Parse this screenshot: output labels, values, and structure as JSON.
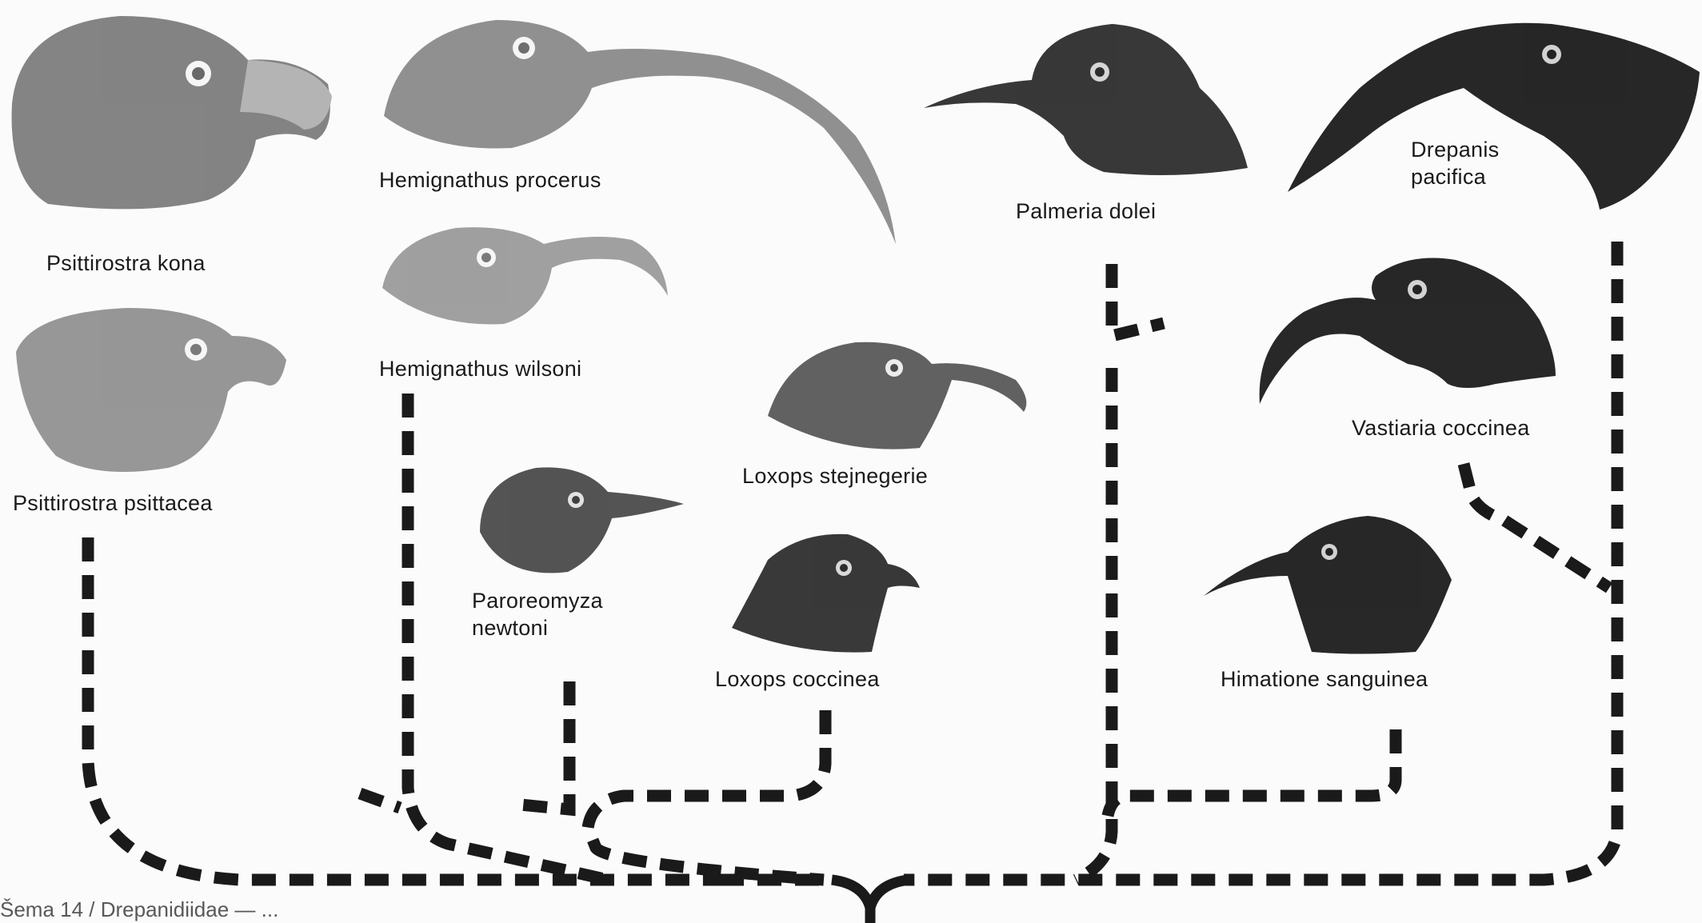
{
  "species": {
    "psittirostra_kona": "Psittirostra kona",
    "psittirostra_psittacea": "Psittirostra psittacea",
    "hemignathus_procerus": "Hemignathus procerus",
    "hemignathus_wilsoni": "Hemignathus wilsoni",
    "paroreomyza_newtoni": [
      "Paroreomyza",
      "newtoni"
    ],
    "loxops_stejnegerie": "Loxops stejnegerie",
    "loxops_coccinea": "Loxops coccinea",
    "palmeria_dolei": "Palmeria dolei",
    "drepanis_pacifica": [
      "Drepanis",
      "pacifica"
    ],
    "vastiaria_coccinea": "Vastiaria coccinea",
    "himatione_sanguinea": "Himatione sanguinea"
  },
  "caption": "Šema 14 / Drepanidiidae — ..."
}
